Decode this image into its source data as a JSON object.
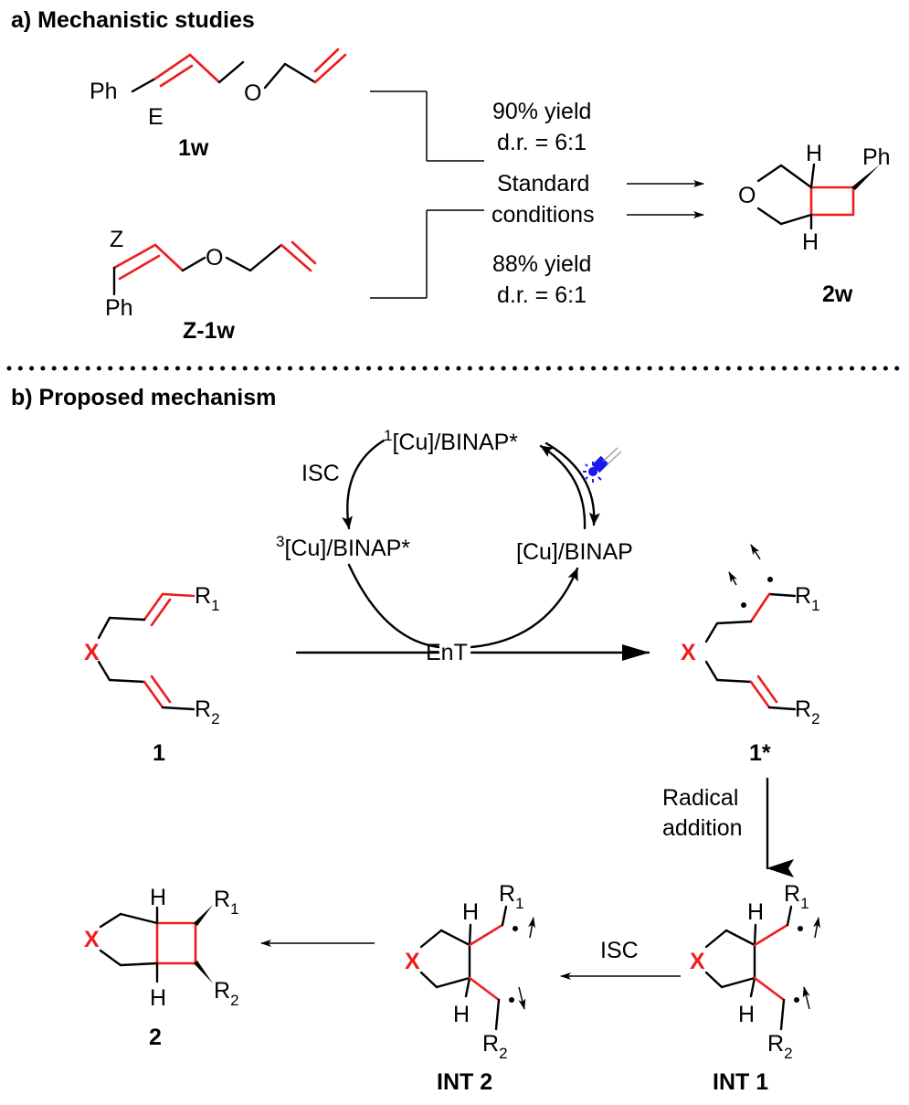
{
  "colors": {
    "bond": "#000000",
    "highlight": "#ee1c1c",
    "accent_text": "#1a1aee",
    "lamp": "#1a1aee"
  },
  "section_a": {
    "title": "a) Mechanistic studies",
    "cmpd_1w": {
      "label": "1w",
      "ph": "Ph",
      "o": "O",
      "geom": "E"
    },
    "cmpd_z1w": {
      "label": "Z-1w",
      "ph": "Ph",
      "o": "O",
      "geom": "Z"
    },
    "cond_top": {
      "line1": "90% yield",
      "line2": "d.r. = 6:1"
    },
    "cond_mid": {
      "line1": "Standard",
      "line2": "conditions"
    },
    "cond_bot": {
      "line1": "88% yield",
      "line2": "d.r. = 6:1"
    },
    "product_2w": {
      "label": "2w",
      "o": "O",
      "h_top": "H",
      "h_bot": "H",
      "ph": "Ph"
    }
  },
  "section_b": {
    "title": "b) Proposed mechanism",
    "cycle": {
      "singlet_sup": "1",
      "singlet": "[Cu]/BINAP*",
      "triplet_sup": "3",
      "triplet": "[Cu]/BINAP*",
      "ground": "[Cu]/BINAP",
      "isc": "ISC",
      "ent": "EnT",
      "lamp_icon": "blue-light-lamp-icon"
    },
    "cmpd_1": {
      "label": "1",
      "x": "X",
      "r1": "R",
      "r1_sub": "1",
      "r2": "R",
      "r2_sub": "2"
    },
    "cmpd_1star": {
      "label": "1*",
      "x": "X",
      "r1": "R",
      "r1_sub": "1",
      "r2": "R",
      "r2_sub": "2"
    },
    "step_radical": {
      "line1": "Radical",
      "line2": "addition"
    },
    "int1": {
      "label": "INT 1",
      "x": "X",
      "h_top": "H",
      "h_bot": "H",
      "r1": "R",
      "r1_sub": "1",
      "r2": "R",
      "r2_sub": "2"
    },
    "int2": {
      "label": "INT 2",
      "x": "X",
      "h_top": "H",
      "h_bot": "H",
      "r1": "R",
      "r1_sub": "1",
      "r2": "R",
      "r2_sub": "2"
    },
    "isc_label": "ISC",
    "cmpd_2": {
      "label": "2",
      "x": "X",
      "h_top": "H",
      "h_bot": "H",
      "r1": "R",
      "r1_sub": "1",
      "r2": "R",
      "r2_sub": "2"
    }
  }
}
